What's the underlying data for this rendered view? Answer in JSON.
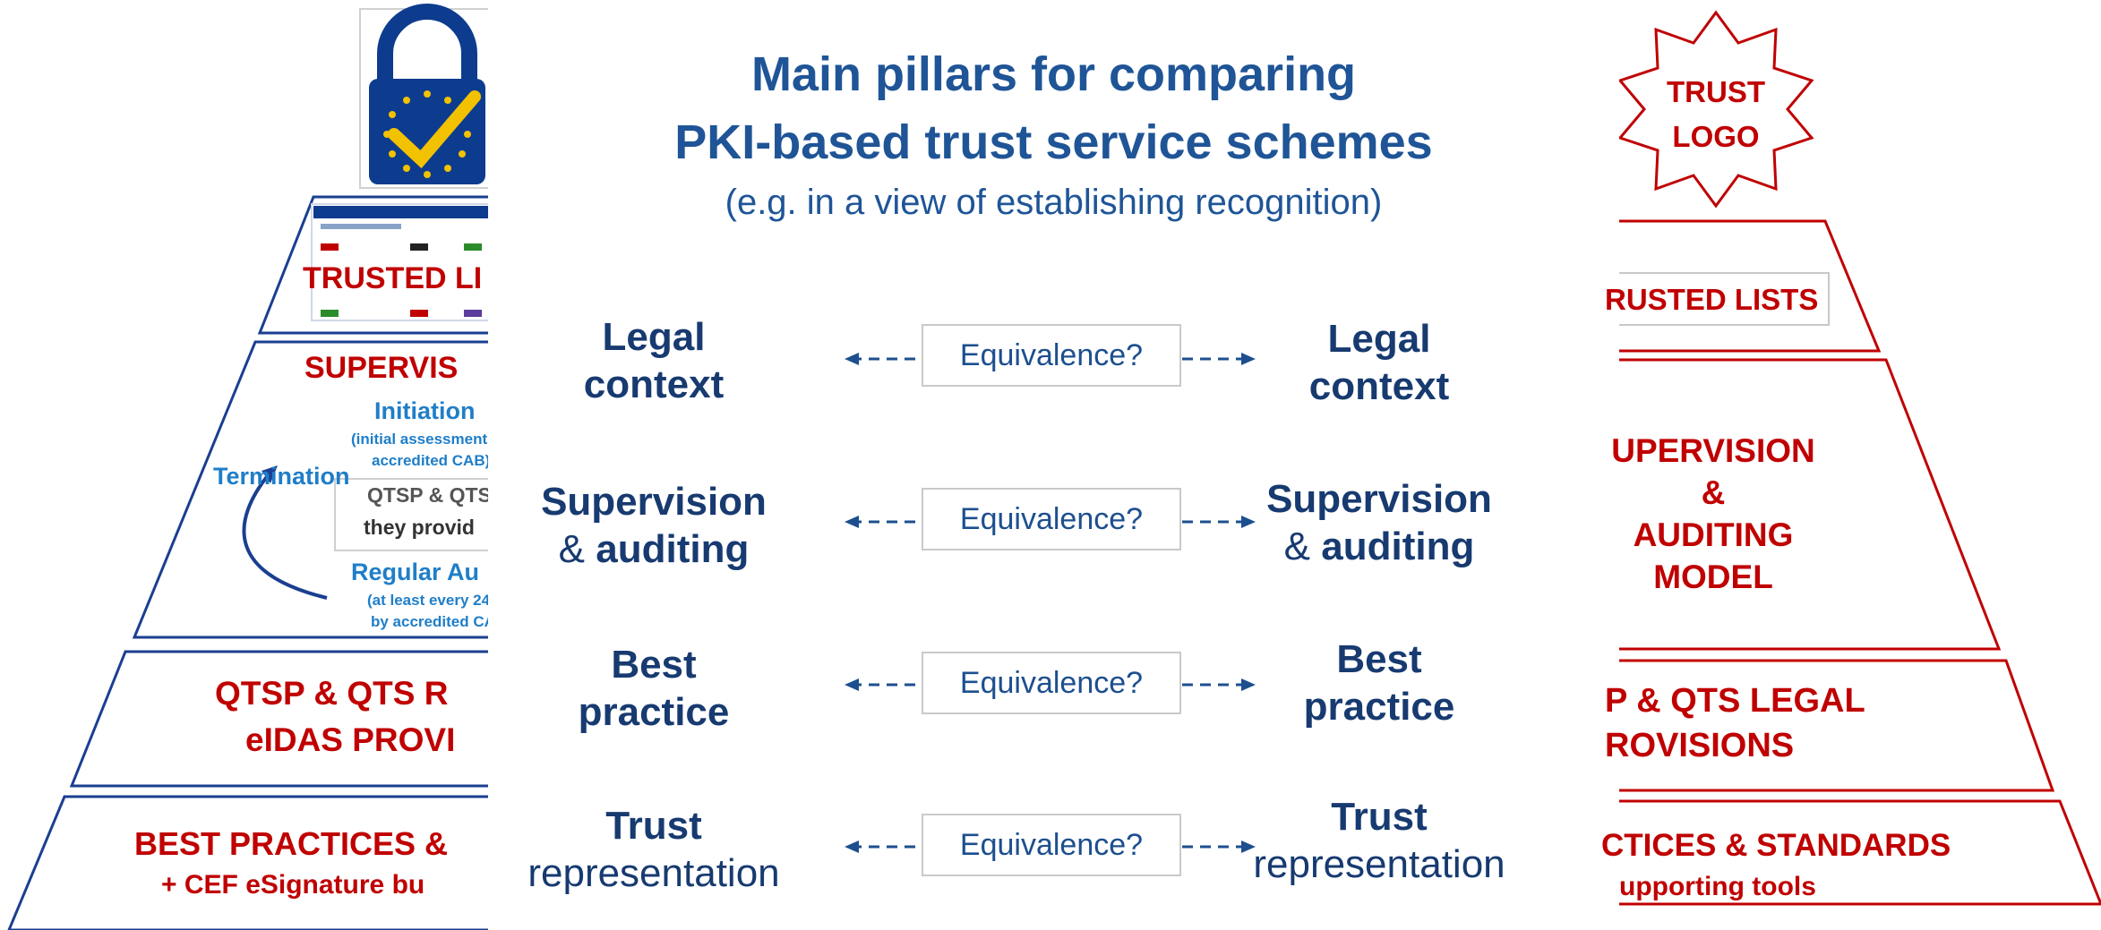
{
  "title": {
    "line1": "Main pillars for comparing",
    "line2": "PKI-based trust service schemes",
    "subtitle": "(e.g. in a view of establishing recognition)"
  },
  "left_pyramid": {
    "trusted_lists": "TRUSTED LI",
    "supervision": "SUPERVIS",
    "initiation": "Initiation",
    "initiation_note1": "(initial assessment",
    "initiation_note2": "accredited CAB)",
    "termination": "Termination",
    "qtsp_box_line1": "QTSP & QTS",
    "qtsp_box_line2": "they provid",
    "regular_audit": "Regular Au",
    "regular_note1": "(at least every 24",
    "regular_note2": "by accredited CA",
    "legal_line1": "QTSP & QTS R",
    "legal_line2": "eIDAS PROVI",
    "best_line1": "BEST PRACTICES &",
    "best_line2": "+ CEF eSignature bu"
  },
  "right_pyramid": {
    "logo_line1": "TRUST",
    "logo_line2": "LOGO",
    "trusted_lists": "RUSTED LISTS",
    "supervision_line1": "UPERVISION",
    "supervision_line2": "&",
    "supervision_line3": "AUDITING",
    "supervision_line4": "MODEL",
    "legal_line1": "P & QTS LEGAL",
    "legal_line2": "ROVISIONS",
    "best_line1": "CTICES & STANDARDS",
    "best_line2": "upporting tools"
  },
  "pillars": [
    {
      "left_line1": "Legal",
      "left_line2": "context",
      "equivalence": "Equivalence?",
      "right_line1": "Legal",
      "right_line2": "context"
    },
    {
      "left_line1": "Supervision",
      "left_amp": "&",
      "left_line2": "auditing",
      "equivalence": "Equivalence?",
      "right_line1": "Supervision",
      "right_amp": "&",
      "right_line2": "auditing"
    },
    {
      "left_line1": "Best",
      "left_line2": "practice",
      "equivalence": "Equivalence?",
      "right_line1": "Best",
      "right_line2": "practice"
    },
    {
      "left_line1": "Trust",
      "left_line2": "representation",
      "equivalence": "Equivalence?",
      "right_line1": "Trust",
      "right_line2": "representation"
    }
  ],
  "colors": {
    "red": "#c00000",
    "navy": "#173a70",
    "blue": "#0e4a8a",
    "light_blue": "#1f7ec8",
    "eu_blue": "#0d3c8f",
    "eu_gold": "#f2c200"
  }
}
